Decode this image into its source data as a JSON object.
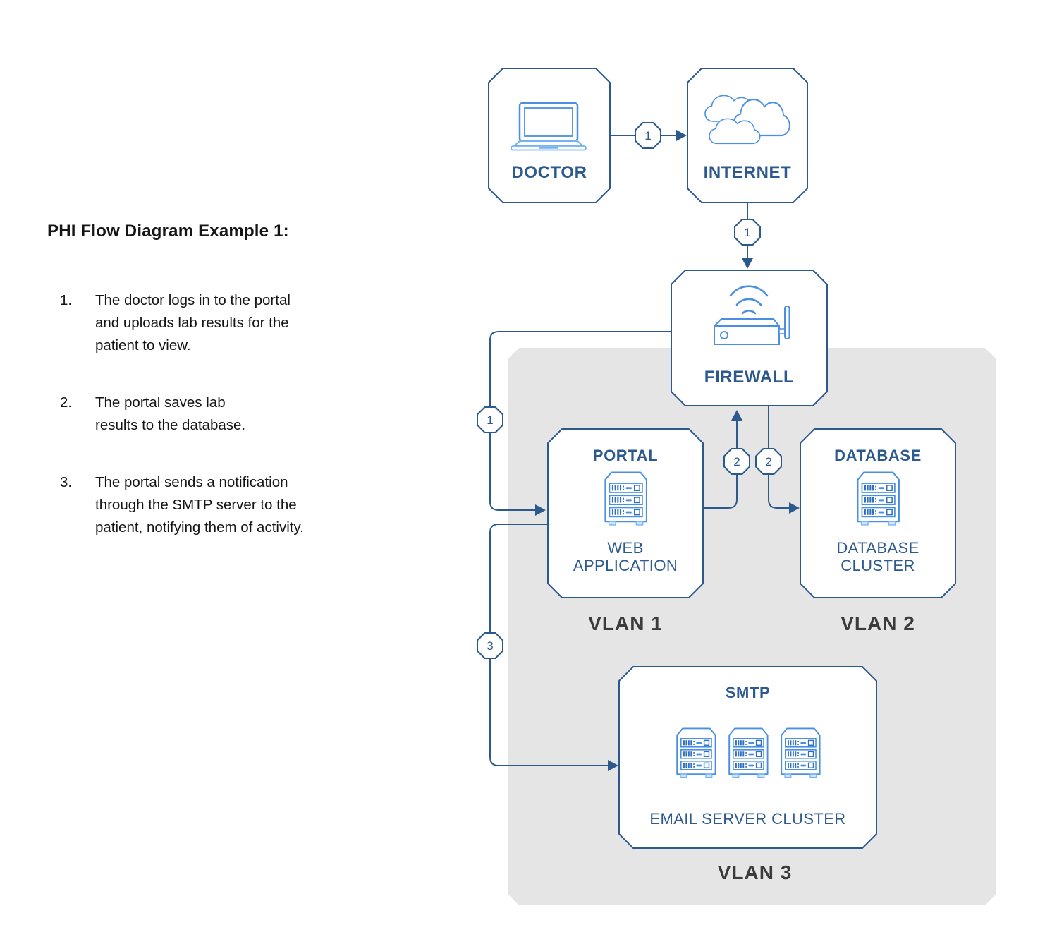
{
  "description_panel": {
    "title": "PHI Flow Diagram Example 1:",
    "steps": [
      {
        "num": "1.",
        "text": "The doctor logs in to the portal\nand uploads lab results for the\npatient to view."
      },
      {
        "num": "2.",
        "text": "The portal saves lab\nresults to the database."
      },
      {
        "num": "3.",
        "text": "The portal sends a notification\nthrough the SMTP server to the\npatient, notifying them of activity."
      }
    ]
  },
  "diagram": {
    "nodes": {
      "doctor": {
        "label": "DOCTOR",
        "icon": "laptop-icon"
      },
      "internet": {
        "label": "INTERNET",
        "icon": "cloud-icon"
      },
      "firewall": {
        "label": "FIREWALL",
        "icon": "wireless-router-icon"
      },
      "portal": {
        "title": "PORTAL",
        "subtitle": "WEB\nAPPLICATION",
        "icon": "server-rack-icon"
      },
      "database": {
        "title": "DATABASE",
        "subtitle": "DATABASE\nCLUSTER",
        "icon": "server-rack-icon"
      },
      "smtp": {
        "title": "SMTP",
        "subtitle": "EMAIL SERVER CLUSTER",
        "icon": "server-rack-cluster-icon"
      }
    },
    "vlans": [
      {
        "label": "VLAN 1"
      },
      {
        "label": "VLAN 2"
      },
      {
        "label": "VLAN 3"
      }
    ],
    "flow_badges": [
      {
        "from": "doctor",
        "to": "internet",
        "label": "1"
      },
      {
        "from": "internet",
        "to": "firewall",
        "label": "1"
      },
      {
        "from": "firewall",
        "to": "portal",
        "label": "1"
      },
      {
        "from": "portal",
        "to": "firewall",
        "label": "2"
      },
      {
        "from": "firewall",
        "to": "database",
        "label": "2"
      },
      {
        "from": "portal",
        "to": "smtp",
        "label": "3"
      }
    ],
    "colors": {
      "connector": "#2d5a8e",
      "node_border": "#2d5a8e",
      "node_label": "#2d5a8e",
      "icon_primary": "#4a90e2",
      "icon_dark": "#2f6fc1",
      "icon_light": "#74b3f0",
      "vlan_zone_bg": "#e5e5e5",
      "vlan_label": "#3b3b3b",
      "body_text": "#151515"
    }
  }
}
